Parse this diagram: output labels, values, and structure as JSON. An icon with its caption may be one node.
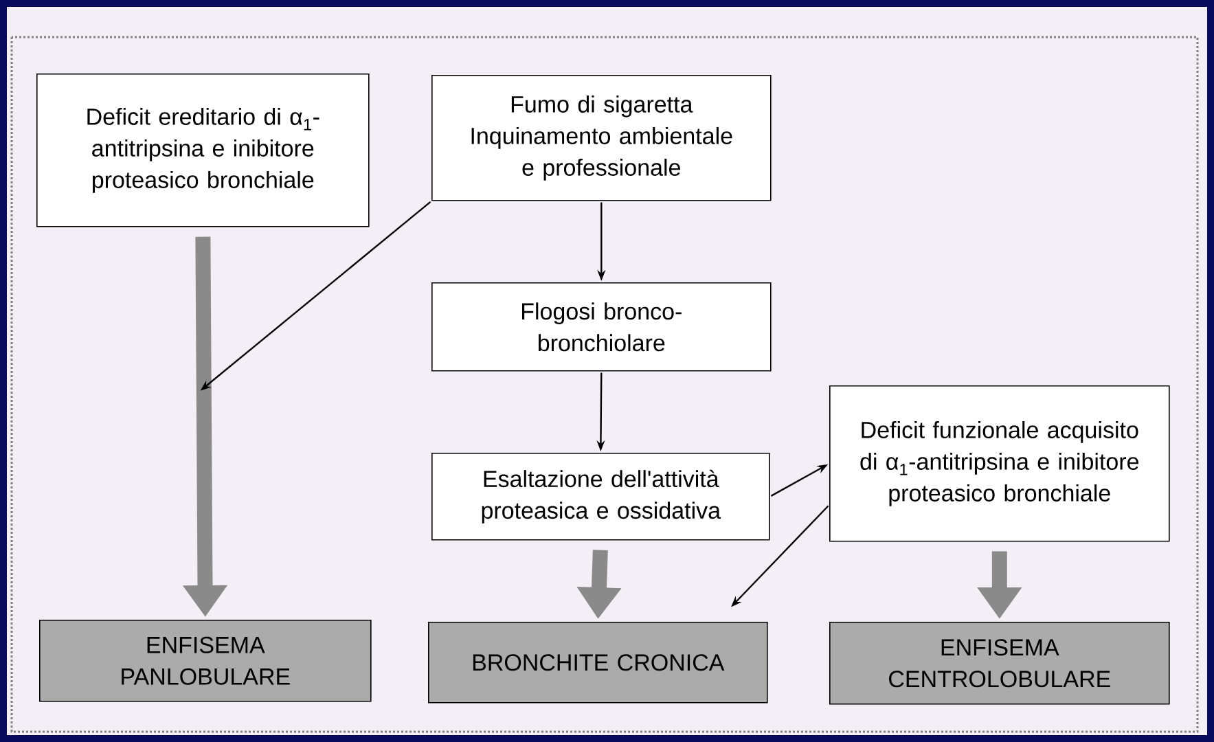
{
  "diagram": {
    "nodes": [
      {
        "text": [
          "Deficit ereditario di α$_{1}$-antitripsina e inibitore proteasico bronchiale"
        ]
      },
      {
        "text": [
          "Fumo di sigaretta Inquinamento ambientale e professionale"
        ]
      },
      {
        "text": [
          "Flogosi bronco-bronchiolare"
        ]
      },
      {
        "text": [
          "Esaltazione dell'attività proteasica e ossidativa"
        ]
      },
      {
        "text": [
          "Deficit funzionale acquisito di α$_{1}$-antitripsina e inibitore proteasico bronchiale"
        ]
      },
      {
        "text": [
          "ENFISEMA PANLOBULARE"
        ]
      },
      {
        "text": [
          "BRONCHITE CRONICA"
        ]
      },
      {
        "text": [
          "ENFISEMA CENTROLOBULARE"
        ]
      }
    ],
    "edges": [
      {
        "from": 0,
        "to": 5,
        "arrow": "to",
        "style": "thick",
        "color": "#8a8a8a"
      },
      {
        "from": 1,
        "to": null,
        "arrow": "to"
      },
      {
        "from": 1,
        "to": 2,
        "arrow": "to"
      },
      {
        "from": 2,
        "to": 3,
        "arrow": "to"
      },
      {
        "from": 3,
        "to": 6,
        "arrow": "to",
        "style": "thick",
        "color": "#8a8a8a"
      },
      {
        "from": 3,
        "to": 4,
        "arrow": "to"
      },
      {
        "from": 4,
        "to": 6,
        "arrow": "to"
      },
      {
        "from": 4,
        "to": 7,
        "arrow": "to",
        "style": "thick",
        "color": "#8a8a8a"
      }
    ]
  }
}
